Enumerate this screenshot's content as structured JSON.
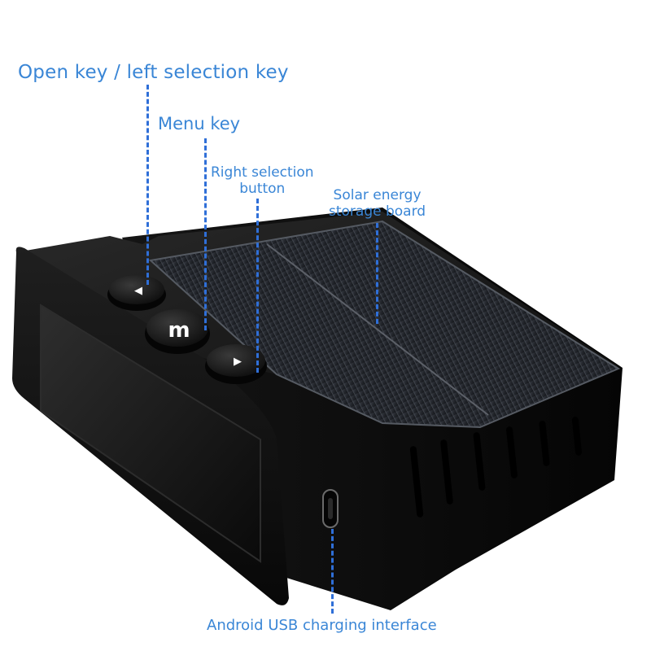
{
  "callouts": {
    "open_key": "Open key / left selection key",
    "menu_key": "Menu key",
    "right_selection_line1": "Right selection",
    "right_selection_line2": "button",
    "solar_line1": "Solar energy",
    "solar_line2": "storage board",
    "usb": "Android USB charging interface"
  },
  "device": {
    "menu_button_glyph": "m",
    "left_button_glyph": "◀",
    "right_button_glyph": "▶"
  },
  "colors": {
    "label_text": "#3a86d6",
    "leader_line": "#2f6fd8",
    "device_body": "#121212",
    "solar_panel": "#2a2d33"
  }
}
